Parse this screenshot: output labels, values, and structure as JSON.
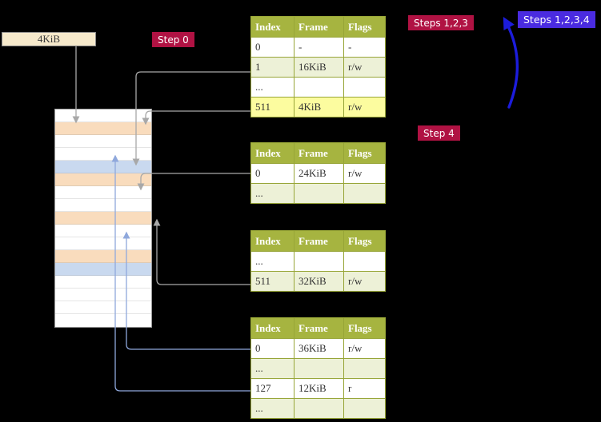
{
  "colors": {
    "bg": "#000000",
    "crimson": "#b01243",
    "blue_badge": "#4a2be0",
    "header_olive": "#a6b440",
    "table_border": "#97a537",
    "row_green": "#edf1d7",
    "row_yellow": "#fcfc9f",
    "cream": "#f6e9cb",
    "peach": "#f9dcbd",
    "mem_blue": "#c9d9ef",
    "arrow_gray": "#a8a8a8",
    "arrow_blue": "#8fa8dc",
    "big_arrow_blue": "#1c1cdb"
  },
  "labels": {
    "size_box": "4KiB",
    "step0": "Step 0",
    "steps123": "Steps 1,2,3",
    "steps1234": "Steps 1,2,3,4",
    "step4": "Step 4"
  },
  "tables": [
    {
      "name": "page-table-1",
      "headers": [
        "Index",
        "Frame",
        "Flags"
      ],
      "rows": [
        {
          "cells": [
            "0",
            "-",
            "-"
          ],
          "bg": "white"
        },
        {
          "cells": [
            "1",
            "16KiB",
            "r/w"
          ],
          "bg": "green"
        },
        {
          "cells": [
            "...",
            "",
            ""
          ],
          "bg": "white"
        },
        {
          "cells": [
            "511",
            "4KiB",
            "r/w"
          ],
          "bg": "yellow"
        }
      ]
    },
    {
      "name": "page-table-2",
      "headers": [
        "Index",
        "Frame",
        "Flags"
      ],
      "rows": [
        {
          "cells": [
            "0",
            "24KiB",
            "r/w"
          ],
          "bg": "white"
        },
        {
          "cells": [
            "...",
            "",
            ""
          ],
          "bg": "green"
        }
      ]
    },
    {
      "name": "page-table-3",
      "headers": [
        "Index",
        "Frame",
        "Flags"
      ],
      "rows": [
        {
          "cells": [
            "...",
            "",
            ""
          ],
          "bg": "white"
        },
        {
          "cells": [
            "511",
            "32KiB",
            "r/w"
          ],
          "bg": "green"
        }
      ]
    },
    {
      "name": "page-table-4",
      "headers": [
        "Index",
        "Frame",
        "Flags"
      ],
      "rows": [
        {
          "cells": [
            "0",
            "36KiB",
            "r/w"
          ],
          "bg": "white"
        },
        {
          "cells": [
            "...",
            "",
            ""
          ],
          "bg": "green"
        },
        {
          "cells": [
            "127",
            "12KiB",
            "r"
          ],
          "bg": "white"
        },
        {
          "cells": [
            "...",
            "",
            ""
          ],
          "bg": "green"
        }
      ]
    }
  ],
  "memory_column": {
    "rows": [
      "white",
      "peach",
      "white",
      "white",
      "blue",
      "peach",
      "white",
      "white",
      "peach",
      "white",
      "white",
      "peach",
      "blue",
      "white",
      "white",
      "white",
      "white"
    ]
  },
  "arrows": [
    {
      "from": "size-box",
      "to": "memory-frame-4KiB",
      "color": "gray"
    },
    {
      "from": "table1-entry-1",
      "to": "memory-frame-16KiB",
      "color": "gray"
    },
    {
      "from": "table1-entry-511",
      "to": "memory-frame-4KiB",
      "color": "gray"
    },
    {
      "from": "table2-entry-0",
      "to": "memory-frame-24KiB",
      "color": "gray"
    },
    {
      "from": "table3-entry-511",
      "to": "memory-frame-32KiB",
      "color": "gray"
    },
    {
      "from": "table4-entry-0",
      "to": "memory-frame-36KiB",
      "color": "blue"
    },
    {
      "from": "table4-entry-127",
      "to": "memory-frame-12KiB",
      "color": "blue"
    },
    {
      "from": "steps-1-2-3-region",
      "to": "steps-1-2-3-4-badge",
      "color": "big_blue"
    }
  ]
}
